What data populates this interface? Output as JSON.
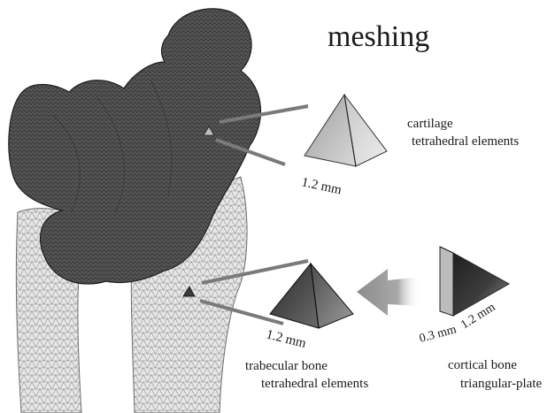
{
  "title": "meshing",
  "cartilage": {
    "label_line1": "cartilage",
    "label_line2": "tetrahedral elements",
    "dimension": "1.2 mm"
  },
  "trabecular": {
    "label_line1": "trabecular bone",
    "label_line2": "tetrahedral elements",
    "dimension": "1.2 mm"
  },
  "cortical": {
    "label_line1": "cortical bone",
    "label_line2": "triangular-plate",
    "thickness": "0.3 mm",
    "dimension": "1.2 mm"
  },
  "colors": {
    "cartilage_mesh": "#4a4a4a",
    "bone_mesh": "#cfcfcf",
    "leader_line": "#7a7a7a",
    "arrow": "#9a9a9a"
  }
}
